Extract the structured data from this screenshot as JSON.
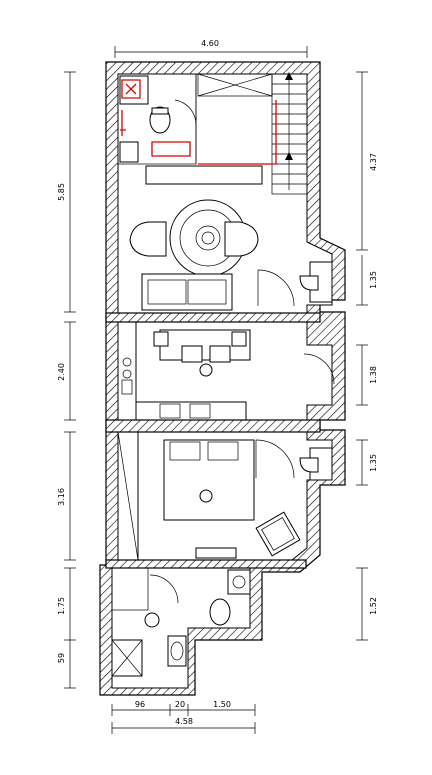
{
  "dimensions": {
    "top_width": "4.60",
    "left_total": "5.85",
    "left_middle": "2.40",
    "left_lower": "3.16",
    "left_bath": "1.75",
    "left_small": "59",
    "right_stair": "4.37",
    "right_bay1": "1.35",
    "right_bay2": "1.38",
    "right_bay3": "1.35",
    "right_bath": "1.52",
    "bottom_a": "96",
    "bottom_b": "20",
    "bottom_c": "1.50",
    "bottom_total": "4.58"
  },
  "colors": {
    "wall_hatch": "#000000",
    "highlight": "#e00000"
  }
}
